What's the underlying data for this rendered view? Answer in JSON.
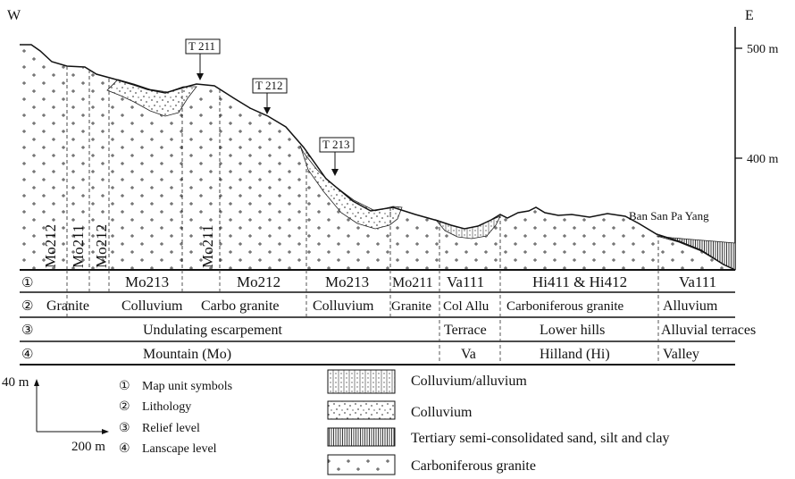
{
  "compass": {
    "west": "W",
    "east": "E"
  },
  "elevation": {
    "e500": "500 m",
    "e400": "400 m"
  },
  "transects": {
    "t211": "T 211",
    "t212": "T 212",
    "t213": "T 213"
  },
  "place": "Ban San Pa Yang",
  "row_numbers": {
    "r1": "①",
    "r2": "②",
    "r3": "③",
    "r4": "④"
  },
  "map_units": {
    "vertical": [
      "Mo212",
      "Mo211",
      "Mo212",
      "Mo211"
    ],
    "row": [
      "Mo213",
      "Mo212",
      "Mo213",
      "Mo211",
      "Va111",
      "Hi411 & Hi412",
      "Va111"
    ]
  },
  "lithology": [
    "Granite",
    "Colluvium",
    "Carbo granite",
    "Colluvium",
    "Granite",
    "Col Allu",
    "Carboniferous granite",
    "Alluvium"
  ],
  "relief": [
    "Undulating escarpement",
    "Terrace",
    "Lower hills",
    "Alluvial terraces"
  ],
  "landscape": [
    "Mountain (Mo)",
    "Va",
    "Hilland (Hi)",
    "Valley"
  ],
  "scale": {
    "vertical": "40 m",
    "horizontal": "200 m"
  },
  "legend_numbers": [
    {
      "num": "①",
      "text": "Map unit symbols"
    },
    {
      "num": "②",
      "text": "Lithology"
    },
    {
      "num": "③",
      "text": "Relief level"
    },
    {
      "num": "④",
      "text": "Lanscape level"
    }
  ],
  "legend_patterns": [
    {
      "pattern": "colluvium-alluvium",
      "text": "Colluvium/alluvium"
    },
    {
      "pattern": "colluvium",
      "text": "Colluvium"
    },
    {
      "pattern": "tertiary",
      "text": "Tertiary semi-consolidated sand, silt and clay"
    },
    {
      "pattern": "granite",
      "text": "Carboniferous granite"
    }
  ]
}
